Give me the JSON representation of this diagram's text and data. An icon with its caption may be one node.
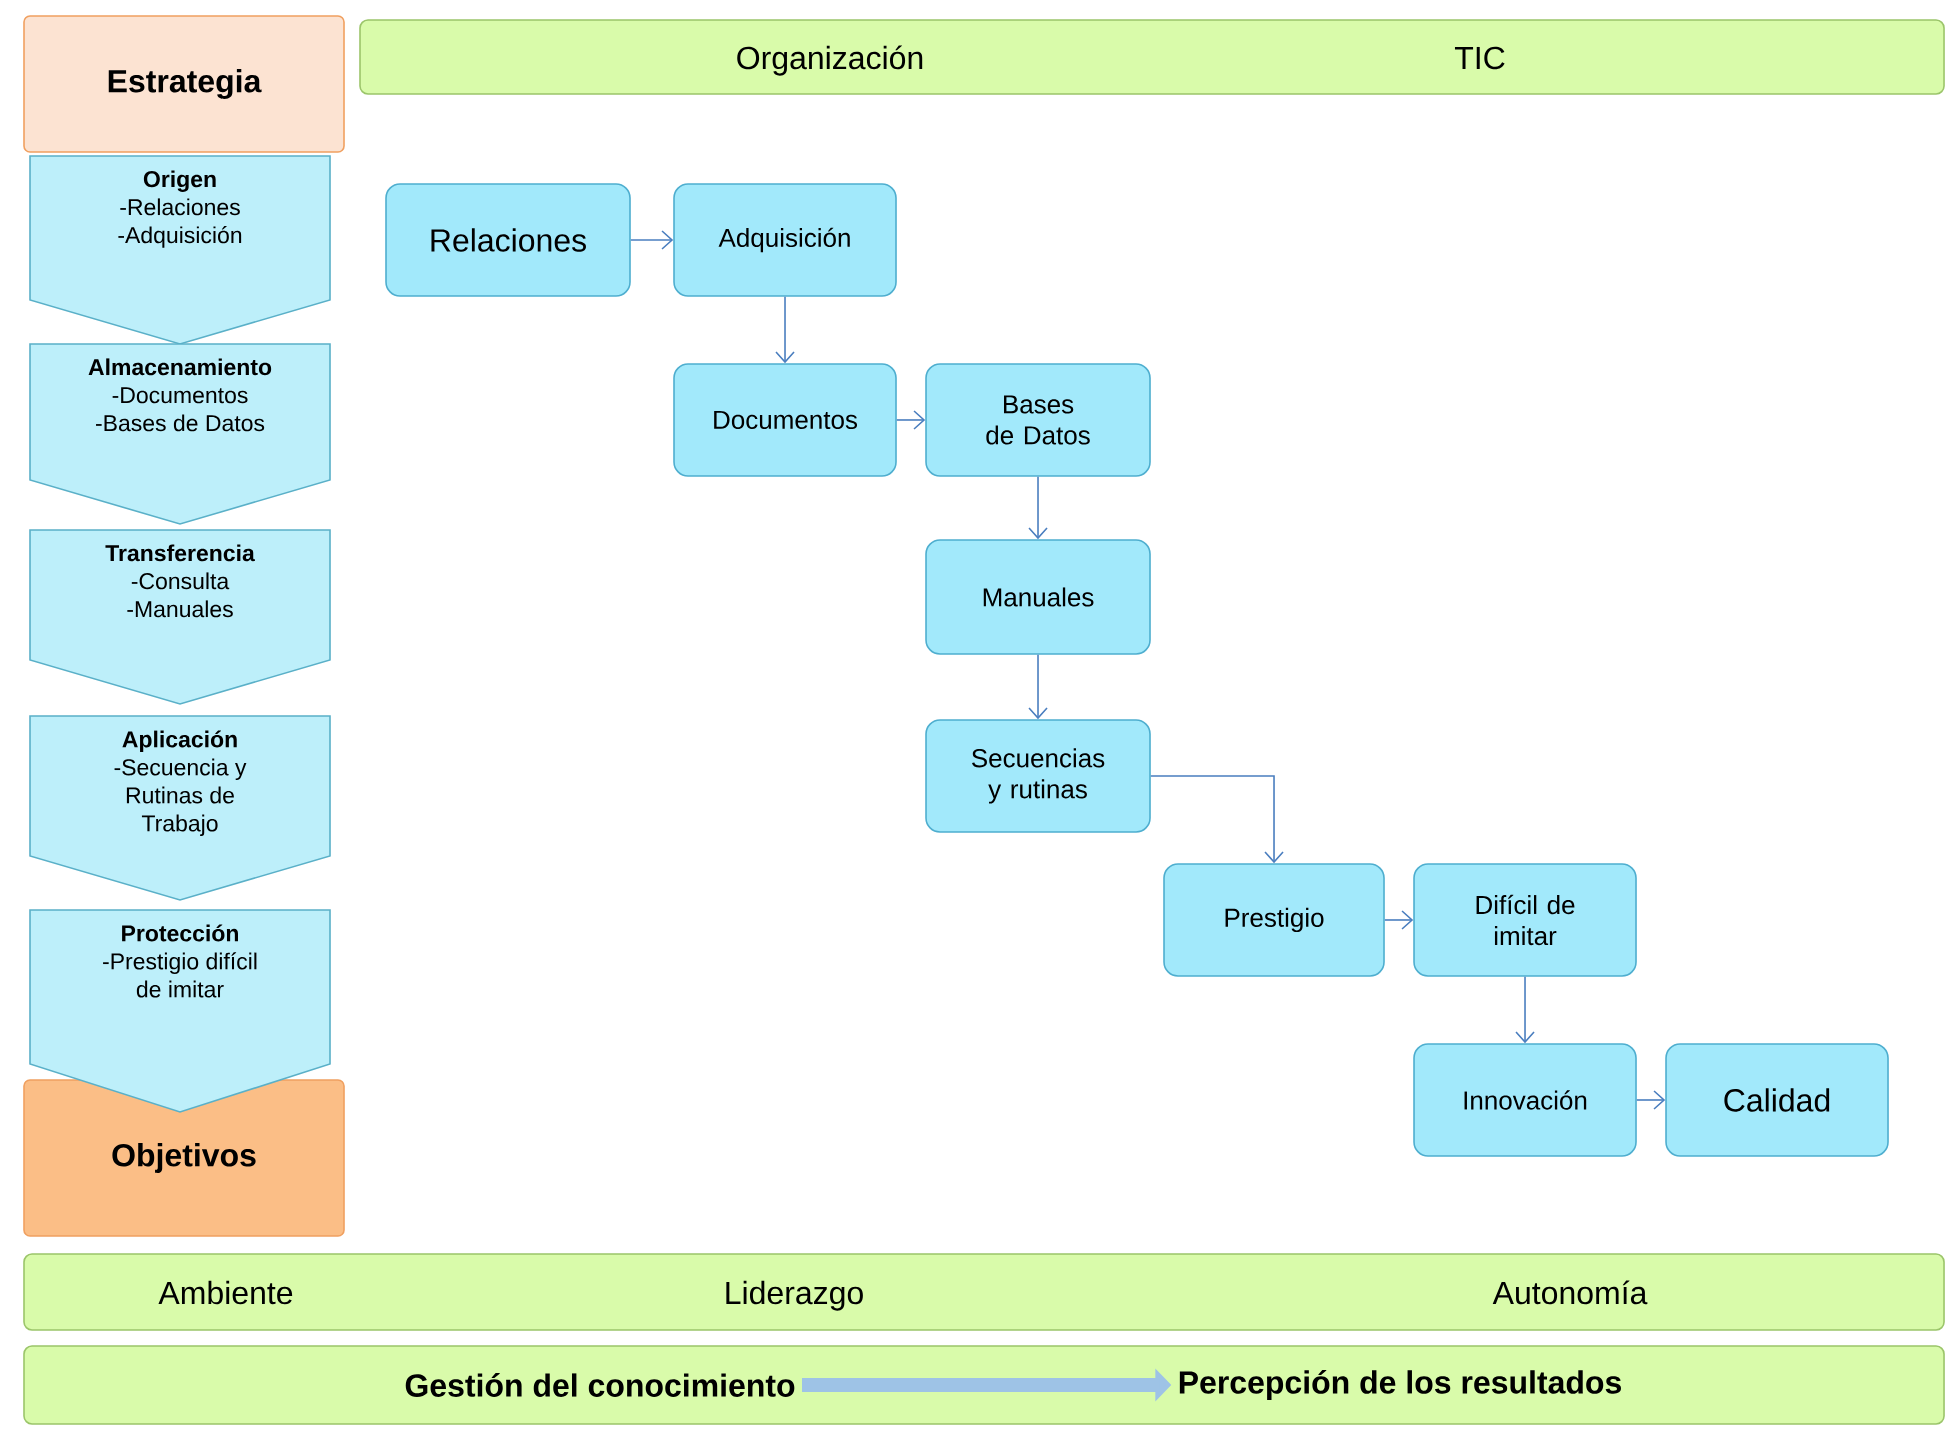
{
  "diagram": {
    "nodes": [
      {
        "text": [
          "Estrategia"
        ]
      },
      {
        "text": [
          "Origen",
          "-Relaciones -Adquisición"
        ]
      },
      {
        "text": [
          "Almacenamiento",
          "-Documentos -Bases de Datos"
        ]
      },
      {
        "text": [
          "Transferencia",
          "-Consulta -Manuales"
        ]
      },
      {
        "text": [
          "Aplicación",
          "-Secuencia y Rutinas de Trabajo"
        ]
      },
      {
        "text": [
          "Protección",
          "-Prestigio difícil de imitar"
        ]
      },
      {
        "text": [
          "Objetivos"
        ]
      },
      {
        "text": [
          "Organización",
          "TIC"
        ]
      },
      {
        "text": [
          "Relaciones"
        ]
      },
      {
        "text": [
          "Adquisición"
        ]
      },
      {
        "text": [
          "Documentos"
        ]
      },
      {
        "text": [
          "Bases de Datos"
        ]
      },
      {
        "text": [
          "Manuales"
        ]
      },
      {
        "text": [
          "Secuencias y rutinas"
        ]
      },
      {
        "text": [
          "Prestigio"
        ]
      },
      {
        "text": [
          "Difícil de imitar"
        ]
      },
      {
        "text": [
          "Innovación"
        ]
      },
      {
        "text": [
          "Calidad"
        ]
      },
      {
        "text": [
          "Ambiente",
          "Liderazgo",
          "Autonomía"
        ]
      },
      {
        "text": [],
        "shape": "box"
      },
      {
        "text": [
          "Gestión del conocimiento"
        ],
        "in": 19
      },
      {
        "text": [
          "Percepción de los resultados"
        ],
        "in": 19
      }
    ],
    "edges": [
      {
        "from": 8,
        "to": 9,
        "arrow": "to"
      },
      {
        "from": 9,
        "to": 10,
        "arrow": "to"
      },
      {
        "from": 10,
        "to": 11,
        "arrow": "to"
      },
      {
        "from": 11,
        "to": 12,
        "arrow": "to"
      },
      {
        "from": 12,
        "to": 13,
        "arrow": "to"
      },
      {
        "from": 13,
        "to": 14,
        "arrow": "to"
      },
      {
        "from": 14,
        "to": 15,
        "arrow": "to"
      },
      {
        "from": 15,
        "to": 16,
        "arrow": "to"
      },
      {
        "from": 16,
        "to": 17,
        "arrow": "to"
      },
      {
        "from": 20,
        "to": 21,
        "arrow": "to",
        "style": "thick"
      }
    ]
  }
}
